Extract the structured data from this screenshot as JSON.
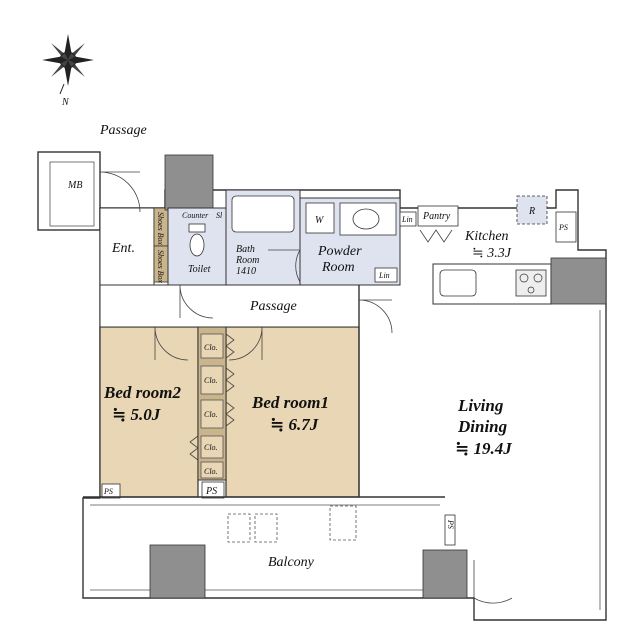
{
  "compass": {
    "label": "N"
  },
  "labels": {
    "passage_top": "Passage",
    "mb": "MB",
    "entrance": "Ent.",
    "shoes_box_1": "Shoes Box",
    "shoes_box_2": "Shoes Box",
    "counter": "Counter",
    "sl": "Sl",
    "toilet": "Toilet",
    "bath_room_line1": "Bath",
    "bath_room_line2": "Room",
    "bath_room_line3": "1410",
    "w": "W",
    "powder_room_line1": "Powder",
    "powder_room_line2": "Room",
    "lin_1": "Lin",
    "lin_2": "Lin",
    "pantry": "Pantry",
    "kitchen": "Kitchen",
    "kitchen_size": "≒ 3.3J",
    "r": "R",
    "ps_kitchen": "PS",
    "passage_inner": "Passage",
    "clo_1": "Clo.",
    "clo_2": "Clo.",
    "clo_3": "Clo.",
    "clo_4": "Clo.",
    "clo_5": "Clo.",
    "bedroom2": "Bed room2",
    "bedroom2_size": "≒ 5.0J",
    "bedroom1": "Bed room1",
    "bedroom1_size": "≒ 6.7J",
    "living_line1": "Living",
    "living_line2": "Dining",
    "living_size": "≒ 19.4J",
    "ps_left": "PS",
    "ps_mid": "PS",
    "ps_right": "PS",
    "balcony": "Balcony"
  },
  "colors": {
    "bedroom_fill": "#e8d6b4",
    "wet_fill": "#dfe3ef",
    "column_fill": "#8f8f8f",
    "closet_fill": "#c9b48c",
    "floor_fill": "#ffffff"
  }
}
